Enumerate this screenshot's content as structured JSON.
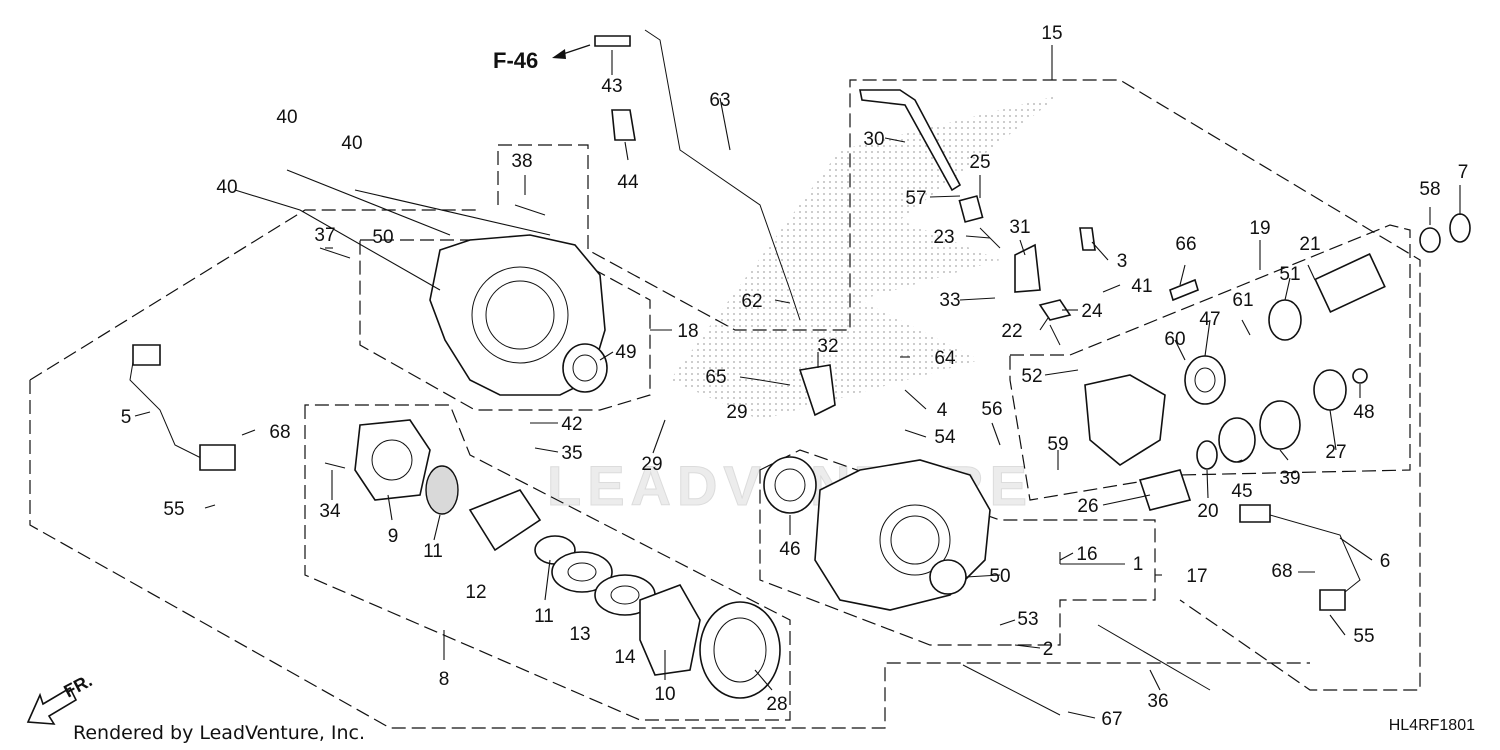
{
  "reference": {
    "label": "F-46"
  },
  "direction": {
    "label": "FR."
  },
  "credit": {
    "text": "Rendered by LeadVenture, Inc."
  },
  "diagram_code": {
    "text": "HL4RF1801"
  },
  "watermark": {
    "text": "LEADVENTURE"
  },
  "callouts": [
    "1",
    "2",
    "3",
    "4",
    "5",
    "6",
    "7",
    "8",
    "9",
    "10",
    "11",
    "12",
    "13",
    "14",
    "15",
    "16",
    "17",
    "18",
    "19",
    "20",
    "21",
    "22",
    "23",
    "24",
    "25",
    "26",
    "27",
    "28",
    "29",
    "30",
    "31",
    "32",
    "33",
    "34",
    "35",
    "36",
    "37",
    "38",
    "39",
    "40",
    "41",
    "42",
    "43",
    "44",
    "45",
    "46",
    "47",
    "48",
    "49",
    "50",
    "51",
    "52",
    "53",
    "54",
    "55",
    "56",
    "57",
    "58",
    "59",
    "60",
    "61",
    "62",
    "63",
    "64",
    "65",
    "66",
    "67",
    "68"
  ]
}
